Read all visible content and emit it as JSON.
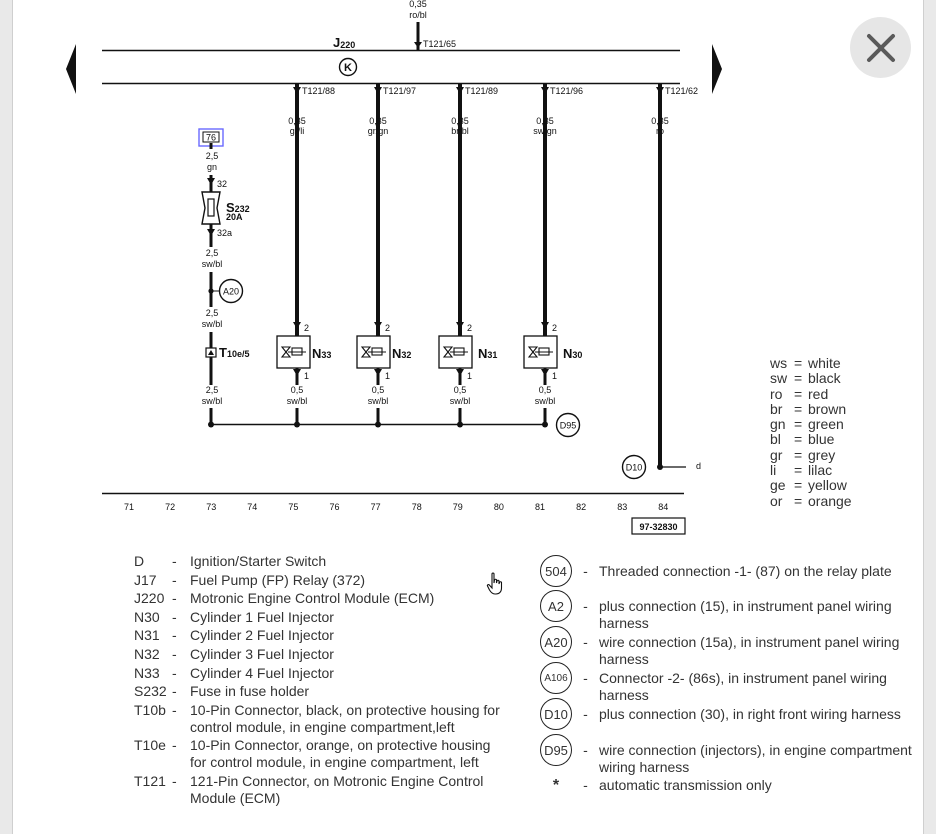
{
  "ui": {
    "close_icon": "close-icon",
    "prev_icon": "arrow-left-icon",
    "next_icon": "arrow-right-icon",
    "cursor_icon": "hand-cursor-icon"
  },
  "diagram": {
    "top_wire_size": "0,35",
    "top_wire_color": "ro/bl",
    "module_label": "J",
    "module_sub": "220",
    "top_pin": "T121/65",
    "module_symbol": "K",
    "drops": [
      {
        "pin": "T121/88",
        "size": "0,35",
        "color": "gr/li"
      },
      {
        "pin": "T121/97",
        "size": "0,35",
        "color": "gr/gn"
      },
      {
        "pin": "T121/89",
        "size": "0,35",
        "color": "br/bl"
      },
      {
        "pin": "T121/96",
        "size": "0,35",
        "color": "sw/gn"
      },
      {
        "pin": "T121/62",
        "size": "0,35",
        "color": "ro"
      }
    ],
    "fuse_terminal": "76",
    "fuse_in_size": "2,5",
    "fuse_in_color": "gn",
    "fuse_pin_top": "32",
    "fuse_label": "S",
    "fuse_sub": "232",
    "fuse_amp": "20A",
    "fuse_pin_bottom": "32a",
    "fuse_out_size": "2,5",
    "fuse_out_color": "sw/bl",
    "a20_label": "A20",
    "a20_out_size": "2,5",
    "a20_out_color": "sw/bl",
    "conn_label": "T",
    "conn_sub": "10e/5",
    "conn_out_size": "2,5",
    "conn_out_color": "sw/bl",
    "injectors": [
      {
        "name": "N",
        "sub": "33",
        "pin_top": "2",
        "pin_bottom": "1",
        "out_size": "0,5",
        "out_color": "sw/bl"
      },
      {
        "name": "N",
        "sub": "32",
        "pin_top": "2",
        "pin_bottom": "1",
        "out_size": "0,5",
        "out_color": "sw/bl"
      },
      {
        "name": "N",
        "sub": "31",
        "pin_top": "2",
        "pin_bottom": "1",
        "out_size": "0,5",
        "out_color": "sw/bl"
      },
      {
        "name": "N",
        "sub": "30",
        "pin_top": "2",
        "pin_bottom": "1",
        "out_size": "0,5",
        "out_color": "sw/bl"
      }
    ],
    "d95_label": "D95",
    "d10_label": "D10",
    "d10_out": "d",
    "ruler": [
      "71",
      "72",
      "73",
      "74",
      "75",
      "76",
      "77",
      "78",
      "79",
      "80",
      "81",
      "82",
      "83",
      "84"
    ],
    "ref_number": "97-32830"
  },
  "color_codes": [
    {
      "code": "ws",
      "eq": "=",
      "name": "white"
    },
    {
      "code": "sw",
      "eq": "=",
      "name": "black"
    },
    {
      "code": "ro",
      "eq": "=",
      "name": "red"
    },
    {
      "code": "br",
      "eq": "=",
      "name": "brown"
    },
    {
      "code": "gn",
      "eq": "=",
      "name": "green"
    },
    {
      "code": "bl",
      "eq": "=",
      "name": "blue"
    },
    {
      "code": "gr",
      "eq": "=",
      "name": "grey"
    },
    {
      "code": "li",
      "eq": "=",
      "name": "lilac"
    },
    {
      "code": "ge",
      "eq": "=",
      "name": "yellow"
    },
    {
      "code": "or",
      "eq": "=",
      "name": "orange"
    }
  ],
  "legend_components": [
    {
      "code": "D",
      "dash": "-",
      "desc": "Ignition/Starter Switch"
    },
    {
      "code": "J17",
      "dash": "-",
      "desc": "Fuel Pump (FP) Relay (372)"
    },
    {
      "code": "J220",
      "dash": "-",
      "desc": "Motronic Engine Control Module (ECM)"
    },
    {
      "code": "N30",
      "dash": "-",
      "desc": "Cylinder 1 Fuel Injector"
    },
    {
      "code": "N31",
      "dash": "-",
      "desc": "Cylinder 2 Fuel Injector"
    },
    {
      "code": "N32",
      "dash": "-",
      "desc": "Cylinder 3 Fuel Injector"
    },
    {
      "code": "N33",
      "dash": "-",
      "desc": "Cylinder 4 Fuel Injector"
    },
    {
      "code": "S232",
      "dash": "-",
      "desc": "Fuse in fuse holder"
    },
    {
      "code": "T10b",
      "dash": "-",
      "desc": "10-Pin Connector, black, on protective housing for control module, in engine compartment,left"
    },
    {
      "code": "T10e",
      "dash": "-",
      "desc": "10-Pin Connector, orange, on protective housing for control module, in engine compartment, left"
    },
    {
      "code": "T121",
      "dash": "-",
      "desc": "121-Pin Connector, on Motronic Engine Control Module (ECM)"
    }
  ],
  "legend_connections": [
    {
      "badge": "504",
      "dash": "-",
      "desc": "Threaded connection -1- (87) on the relay plate"
    },
    {
      "badge": "A2",
      "dash": "-",
      "desc": "plus connection (15), in instrument panel wiring harness"
    },
    {
      "badge": "A20",
      "dash": "-",
      "desc": "wire connection (15a), in instrument panel wiring harness"
    },
    {
      "badge": "A106",
      "dash": "-",
      "desc": "Connector -2- (86s), in instrument panel wiring harness"
    },
    {
      "badge": "D10",
      "dash": "-",
      "desc": "plus connection (30), in right front wiring harness"
    },
    {
      "badge": "D95",
      "dash": "-",
      "desc": "wire connection (injectors), in engine compartment wiring harness"
    },
    {
      "badge": "*",
      "dash": "-",
      "desc": "automatic transmission only"
    }
  ]
}
